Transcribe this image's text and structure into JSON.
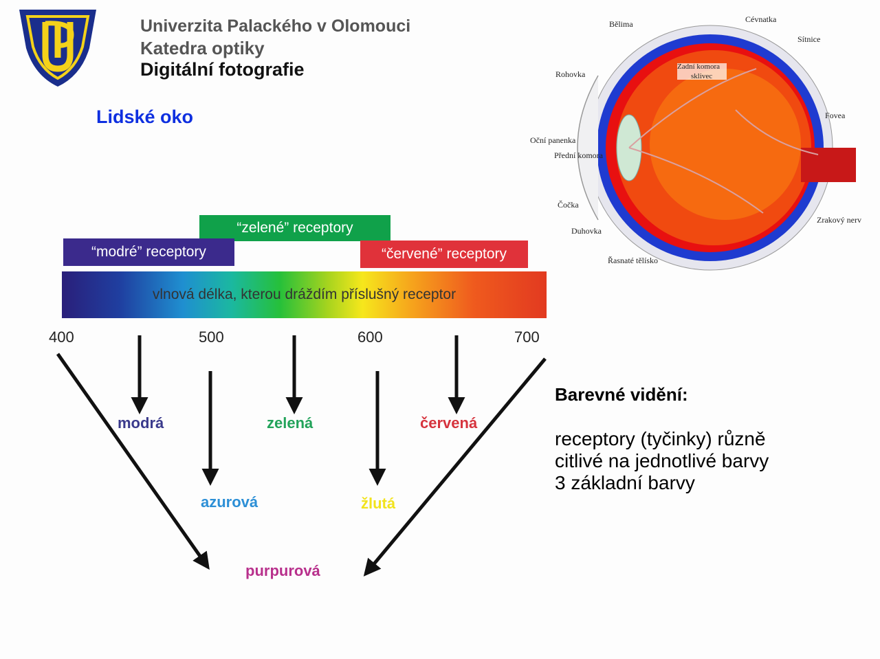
{
  "header": {
    "university": "Univerzita Palackého v Olomouci",
    "department": "Katedra optiky",
    "course": "Digitální fotografie"
  },
  "slide_title": "Lidské oko",
  "receptors": {
    "green": "“zelené” receptory",
    "blue": "“modré” receptory",
    "red": "“červené” receptory"
  },
  "spectrum_label": "vlnová délka, kterou dráždím příslušný receptor",
  "ticks": [
    "400",
    "500",
    "600",
    "700"
  ],
  "colors": {
    "blue": {
      "label": "modrá",
      "color": "#3a3a8c"
    },
    "green": {
      "label": "zelená",
      "color": "#22a35a"
    },
    "red": {
      "label": "červená",
      "color": "#d6333d"
    },
    "cyan": {
      "label": "azurová",
      "color": "#2c8fd6"
    },
    "yellow": {
      "label": "žlutá",
      "color": "#f2e31c"
    },
    "magenta": {
      "label": "purpurová",
      "color": "#b8308c"
    }
  },
  "eye_labels": {
    "belima": "Bělima",
    "cevnatka": "Cévnatka",
    "sitnice": "Sítnice",
    "zadni_komora": "Zadní komora",
    "sklivec": "sklivec",
    "rohovka": "Rohovka",
    "fovea": "Fovea",
    "ocni_panenka": "Oční panenka",
    "predni_komora": "Přední komora",
    "cocka": "Čočka",
    "duhovka": "Duhovka",
    "zrakovy_nerv": "Zrakový nerv",
    "rasnate_telisko": "Řasnaté tělísko"
  },
  "right_text": {
    "heading": "Barevné vidění:",
    "line1": "receptory (tyčinky) různě",
    "line2": "citlivé na  jednotlivé barvy",
    "line3": "3 základní barvy"
  }
}
